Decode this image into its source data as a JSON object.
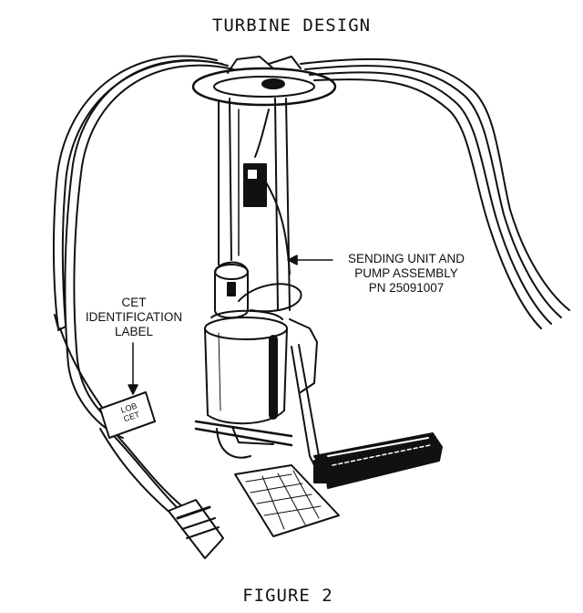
{
  "title": "TURBINE DESIGN",
  "caption": "FIGURE 2",
  "labels": {
    "sending_unit": [
      "SENDING UNIT AND",
      "PUMP ASSEMBLY",
      "PN 25091007"
    ],
    "cet_label": [
      "CET",
      "IDENTIFICATION",
      "LABEL"
    ],
    "tag_text": [
      "LOB",
      "CET"
    ]
  }
}
